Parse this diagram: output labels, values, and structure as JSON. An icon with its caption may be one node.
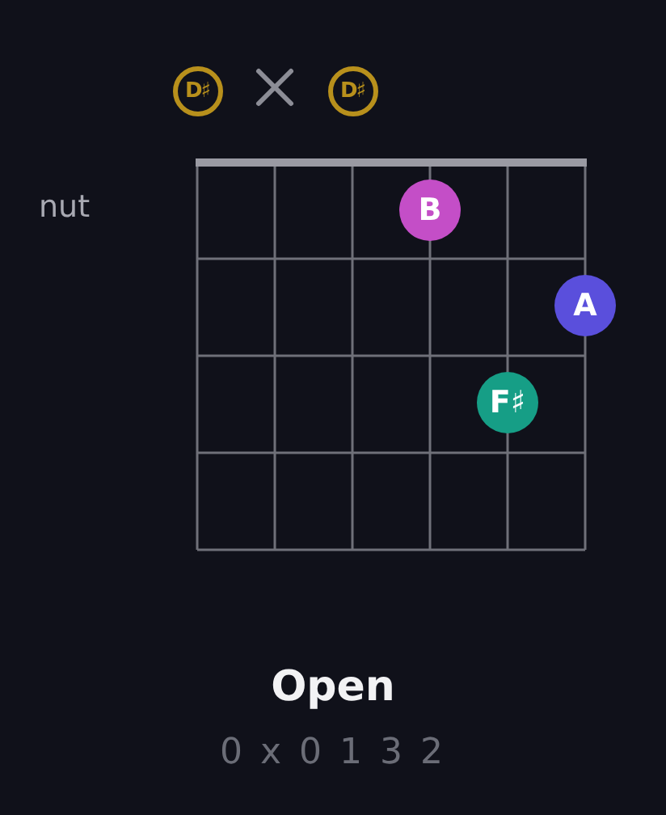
{
  "diagram": {
    "title": "Open",
    "caption": "0 x 0 1 3 2",
    "nodes": [
      {
        "text": [
          "D♯"
        ]
      },
      {
        "text": [
          "D♯"
        ]
      },
      {
        "text": [
          "B"
        ]
      },
      {
        "text": [
          "A"
        ]
      },
      {
        "text": [
          "F♯"
        ]
      }
    ],
    "labels": [
      "nut"
    ]
  }
}
